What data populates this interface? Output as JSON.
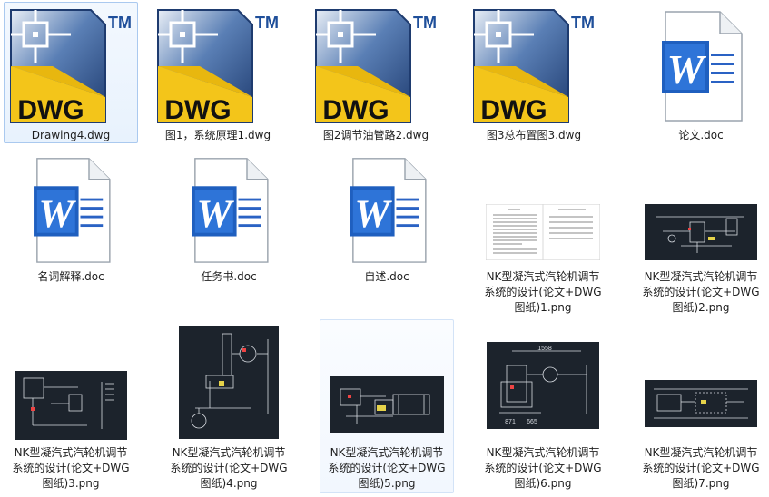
{
  "files": [
    {
      "name": "Drawing4.dwg",
      "type": "dwg",
      "tm": "TM",
      "badge": "DWG"
    },
    {
      "name": "图1，系统原理1.dwg",
      "type": "dwg",
      "tm": "TM",
      "badge": "DWG"
    },
    {
      "name": "图2调节油管路2.dwg",
      "type": "dwg",
      "tm": "TM",
      "badge": "DWG"
    },
    {
      "name": "图3总布置图3.dwg",
      "type": "dwg",
      "tm": "TM",
      "badge": "DWG"
    },
    {
      "name": "论文.doc",
      "type": "doc",
      "badge": "W"
    },
    {
      "name": "名词解释.doc",
      "type": "doc",
      "badge": "W"
    },
    {
      "name": "任务书.doc",
      "type": "doc",
      "badge": "W"
    },
    {
      "name": "自述.doc",
      "type": "doc",
      "badge": "W"
    },
    {
      "name": "NK型凝汽式汽轮机调节\n系统的设计(论文+DWG\n图纸)1.png",
      "type": "png-doc"
    },
    {
      "name": "NK型凝汽式汽轮机调节\n系统的设计(论文+DWG\n图纸)2.png",
      "type": "png-cad"
    },
    {
      "name": "NK型凝汽式汽轮机调节\n系统的设计(论文+DWG\n图纸)3.png",
      "type": "png-cad"
    },
    {
      "name": "NK型凝汽式汽轮机调节\n系统的设计(论文+DWG\n图纸)4.png",
      "type": "png-cad"
    },
    {
      "name": "NK型凝汽式汽轮机调节\n系统的设计(论文+DWG\n图纸)5.png",
      "type": "png-cad"
    },
    {
      "name": "NK型凝汽式汽轮机调节\n系统的设计(论文+DWG\n图纸)6.png",
      "type": "png-cad",
      "dims": [
        "1558",
        "871",
        "665"
      ]
    },
    {
      "name": "NK型凝汽式汽轮机调节\n系统的设计(论文+DWG\n图纸)7.png",
      "type": "png-cad"
    }
  ],
  "colors": {
    "dwg_yellow": "#f3c51a",
    "dwg_blue": "#2c4e86",
    "word_blue": "#1f5fbf",
    "cad_bg": "#1c232c"
  }
}
